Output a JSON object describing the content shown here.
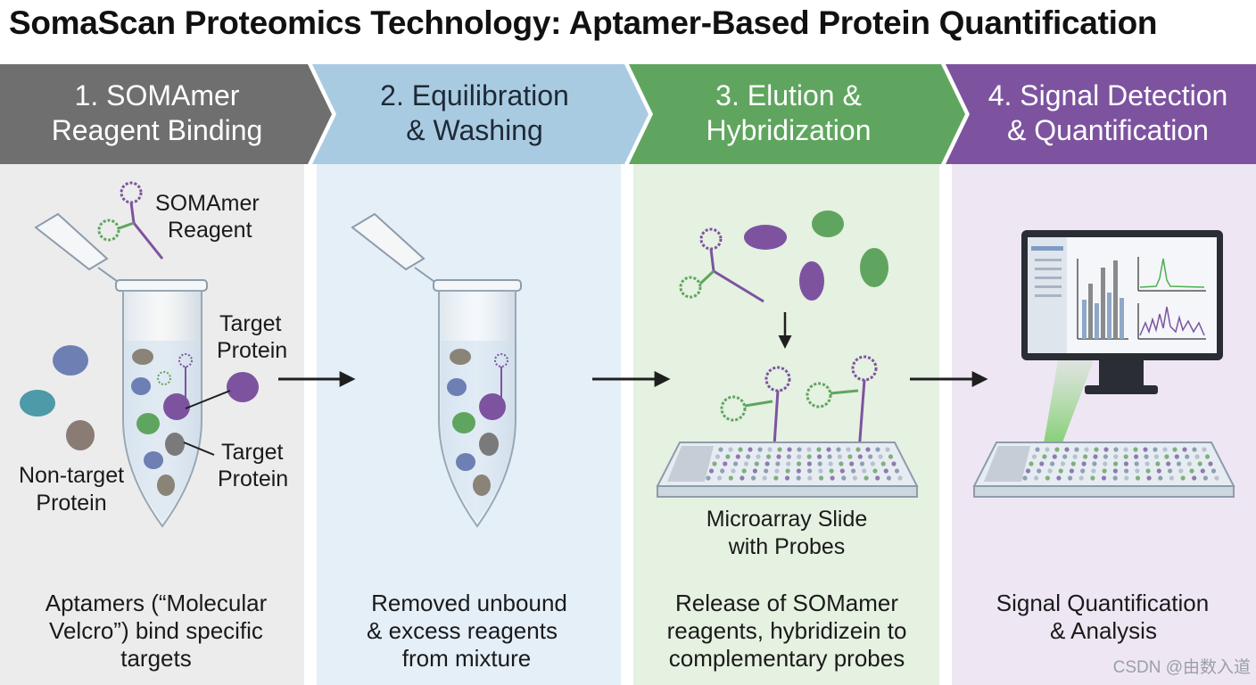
{
  "title": "SomaScan Proteomics Technology: Aptamer-Based Protein Quantification",
  "steps": [
    {
      "header_line1": "1. SOMAmer",
      "header_line2": "Reagent Binding",
      "caption": [
        "Aptamers (“Molecular",
        "Velcro”) bind specific",
        "targets"
      ],
      "header_color": "#6f6f6f",
      "panel_color": "#ececec"
    },
    {
      "header_line1": "2. Equilibration",
      "header_line2": "& Washing",
      "caption": [
        "Removed unbound",
        "& excess reagents",
        "from mixture"
      ],
      "header_color": "#a9cbe2",
      "panel_color": "#e4eff8"
    },
    {
      "header_line1": "3. Elution &",
      "header_line2": "Hybridization",
      "caption": [
        "Release of SOMamer",
        "reagents, hybridizein to",
        "complementary probes"
      ],
      "header_color": "#5fa55f",
      "panel_color": "#e5f1e1"
    },
    {
      "header_line1": "4. Signal Detection",
      "header_line2": "& Quantification",
      "caption": [
        "Signal Quantification",
        "& Analysis"
      ],
      "header_color": "#7d53a0",
      "panel_color": "#efe6f4"
    }
  ],
  "labels": {
    "somamer_reagent": [
      "SOMAmer",
      "Reagent"
    ],
    "target_protein_1": [
      "Target",
      "Protein"
    ],
    "target_protein_2": [
      "Target",
      "Protein"
    ],
    "non_target_protein": [
      "Non-target",
      "Protein"
    ],
    "microarray": [
      "Microarray Slide",
      "with Probes"
    ]
  },
  "watermark": "CSDN @由数入道"
}
